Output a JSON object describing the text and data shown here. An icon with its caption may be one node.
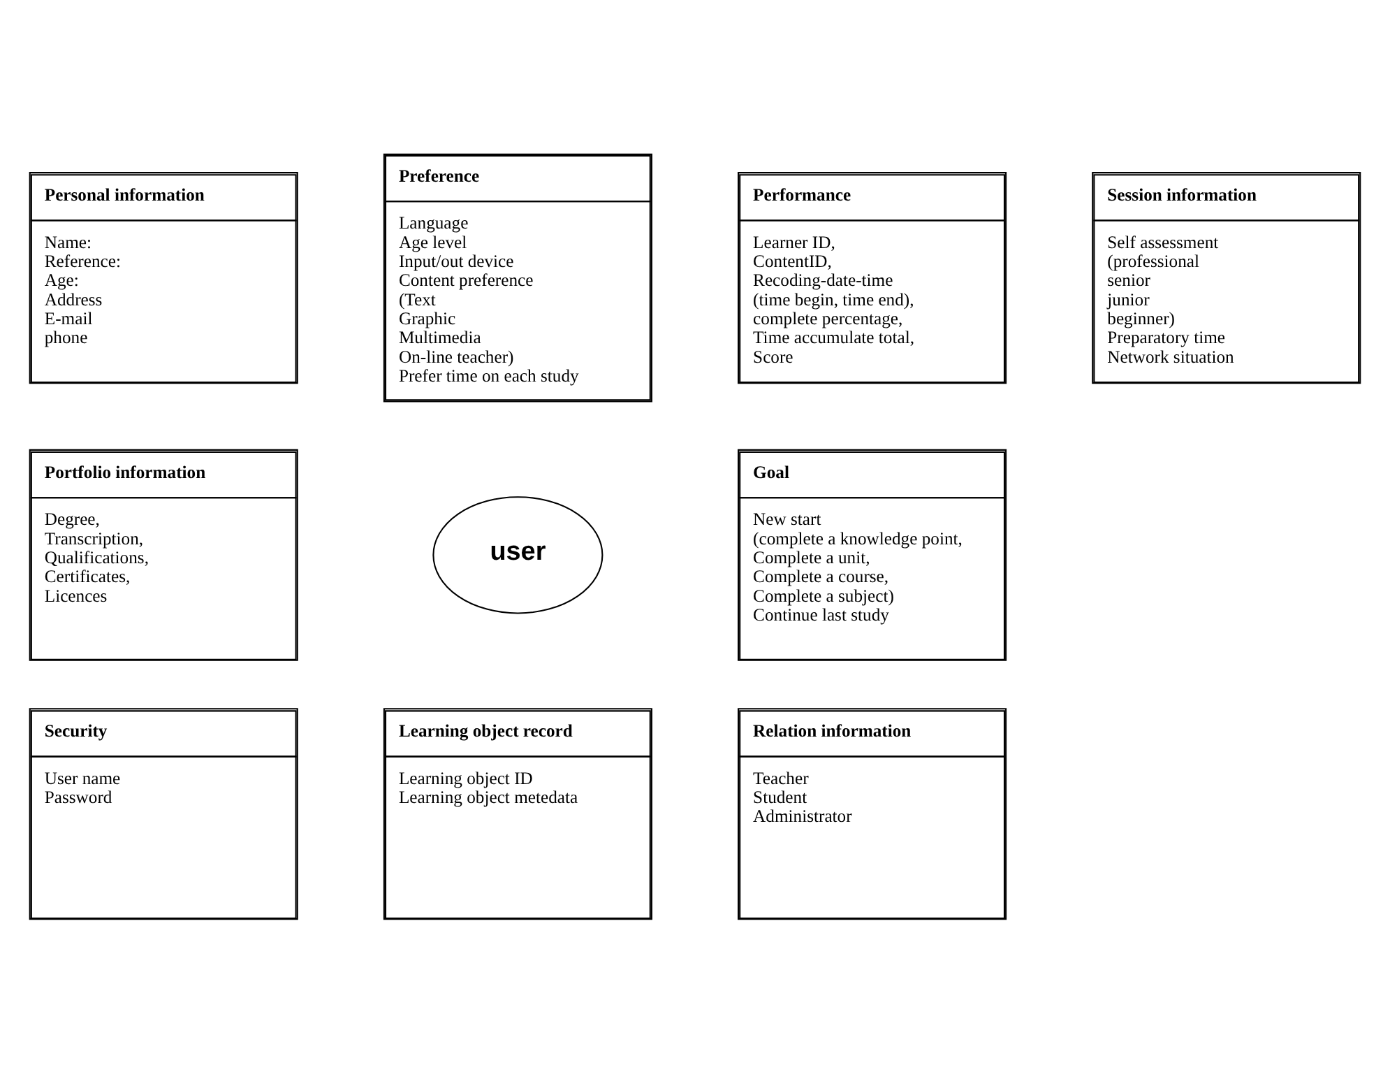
{
  "diagram": {
    "nodes": [
      {
        "text": [
          "Personal information",
          "Name:",
          "Reference:",
          "Age:",
          "Address",
          "E-mail",
          "phone"
        ]
      },
      {
        "text": [
          "Preference",
          "Language",
          "Age level",
          "Input/out device",
          "Content preference",
          "(Text",
          "Graphic",
          "Multimedia",
          "On-line teacher)",
          "Prefer time on each study"
        ]
      },
      {
        "text": [
          "Performance",
          "Learner ID,",
          "ContentID,",
          "Recoding-date-time",
          "(time begin, time end),",
          "complete percentage,",
          "Time accumulate total,",
          "Score"
        ]
      },
      {
        "text": [
          "Session information",
          "Self assessment",
          "(professional",
          "senior",
          "junior",
          "beginner)",
          "Preparatory time",
          "Network situation"
        ]
      },
      {
        "text": [
          "Portfolio information",
          "Degree,",
          "Transcription,",
          "Qualifications,",
          "Certificates,",
          "Licences"
        ]
      },
      {
        "text": [
          "user"
        ]
      },
      {
        "text": [
          "Goal",
          "New start",
          "(complete a knowledge point,",
          "Complete a unit,",
          "Complete a course,",
          "Complete a subject)",
          "Continue last study"
        ]
      },
      {
        "text": [
          "Security",
          "User name",
          "Password"
        ]
      },
      {
        "text": [
          "Learning object record",
          "Learning object ID",
          "Learning object metedata"
        ]
      },
      {
        "text": [
          "Relation information",
          "Teacher",
          "Student",
          "Administrator"
        ]
      }
    ]
  }
}
